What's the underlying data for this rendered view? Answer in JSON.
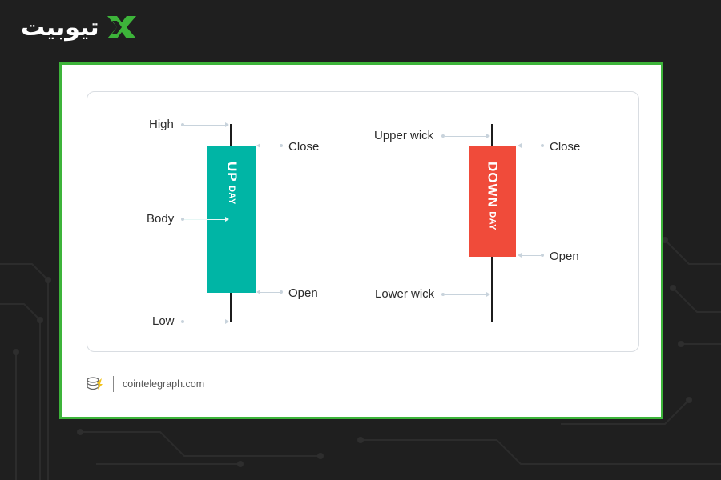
{
  "brand": {
    "name": "تیوبیت",
    "icon": "x-cross-logo-icon",
    "accent": "#3db43a"
  },
  "colors": {
    "up": "#00b5a5",
    "down": "#f04b3a",
    "card_border": "#3db43a",
    "background": "#1f1f1f"
  },
  "up_candle": {
    "title": "UP",
    "subtitle": "DAY",
    "labels": {
      "high": "High",
      "close": "Close",
      "body": "Body",
      "open": "Open",
      "low": "Low"
    }
  },
  "down_candle": {
    "title": "DOWN",
    "subtitle": "DAY",
    "labels": {
      "upper_wick": "Upper wick",
      "close": "Close",
      "open": "Open",
      "lower_wick": "Lower wick"
    }
  },
  "source": {
    "icon": "cointelegraph-coin-icon",
    "text": "cointelegraph.com"
  }
}
